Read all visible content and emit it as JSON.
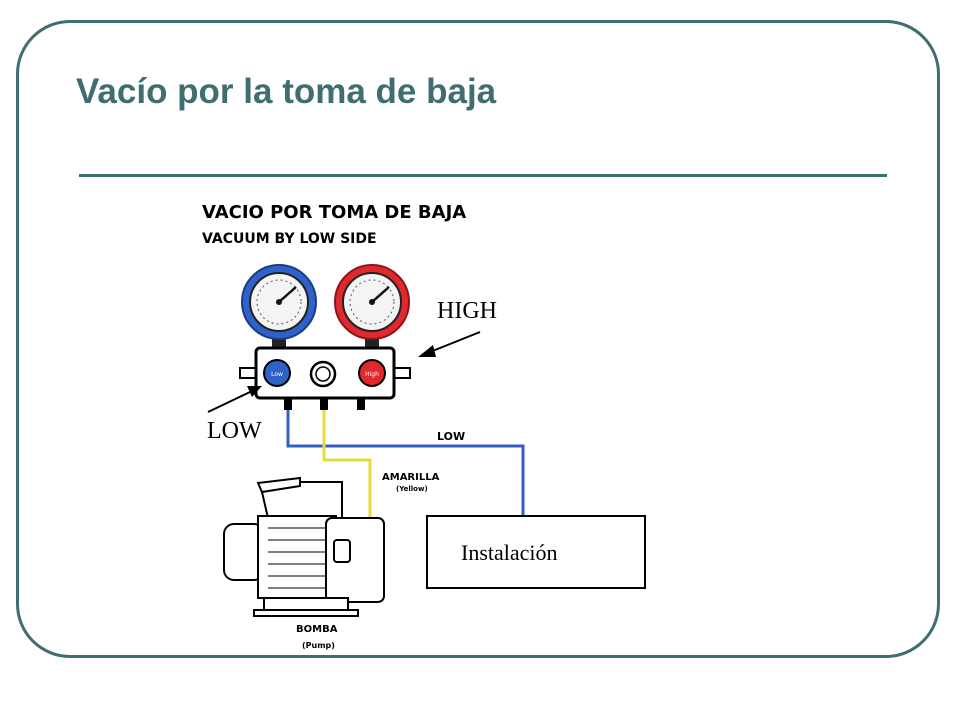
{
  "slide": {
    "title": "Vacío por la toma de baja"
  },
  "diagram": {
    "heading_es": "VACIO POR TOMA DE BAJA",
    "heading_en": "VACUUM BY LOW SIDE",
    "label_high": "HIGH",
    "label_low": "LOW",
    "hose_low_label": "LOW",
    "hose_yellow_label": "AMARILLA",
    "hose_yellow_sub": "(Yellow)",
    "installation_label": "Instalación",
    "pump_label": "BOMBA",
    "pump_sub": "(Pump)",
    "knob_low_text": "Low",
    "knob_high_text": "High",
    "colors": {
      "frame": "#3f6e70",
      "low_gauge": "#2f62c8",
      "high_gauge": "#e0282e",
      "hose_low": "#3560c0",
      "hose_yellow": "#e6dc3a"
    },
    "icons": [
      "gauge-low-icon",
      "gauge-high-icon",
      "manifold-icon",
      "vacuum-pump-icon",
      "arrow-icon"
    ]
  }
}
